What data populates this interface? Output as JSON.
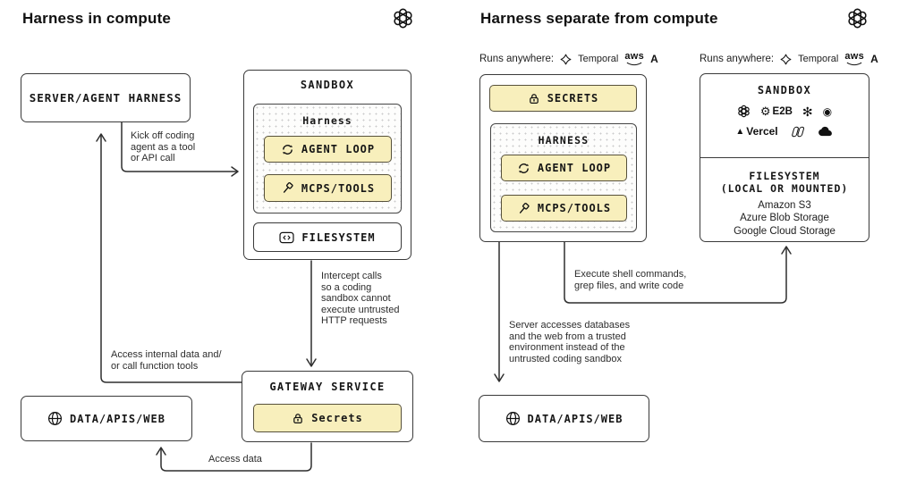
{
  "left": {
    "title": "Harness in compute",
    "server_harness": "SERVER/AGENT HARNESS",
    "sandbox_title": "SANDBOX",
    "harness": "Harness",
    "agent_loop": "AGENT LOOP",
    "mcps_tools": "MCPS/TOOLS",
    "filesystem": "FILESYSTEM",
    "gateway_title": "GATEWAY SERVICE",
    "secrets": "Secrets",
    "data_apis_web": "DATA/APIS/WEB",
    "label_kick_off": "Kick off coding\nagent as a tool\nor API call",
    "label_intercept": "Intercept calls\nso a coding\nsandbox cannot\nexecute untrusted\nHTTP requests",
    "label_access_internal": "Access internal data and/\nor call function tools",
    "label_access_data": "Access data"
  },
  "right": {
    "title": "Harness separate from compute",
    "runs_anywhere": "Runs anywhere:",
    "temporal": "Temporal",
    "aws": "aws",
    "anthropic": "A",
    "secrets": "SECRETS",
    "harness": "HARNESS",
    "agent_loop": "AGENT LOOP",
    "mcps_tools": "MCPS/TOOLS",
    "sandbox_title": "SANDBOX",
    "e2b": "E2B",
    "vercel": "Vercel",
    "filesystem_title": "FILESYSTEM\n(LOCAL OR MOUNTED)",
    "storage_list": "Amazon S3\nAzure Blob Storage\nGoogle Cloud Storage",
    "label_server_accesses": "Server accesses databases\nand the web from a trusted\nenvironment instead of the\nuntrusted coding sandbox",
    "label_execute": "Execute shell commands,\ngrep files, and write code",
    "data_apis_web": "DATA/APIS/WEB"
  },
  "colors": {
    "yellow_fill": "#f8efbc",
    "yellow_border": "#57513b",
    "line": "#2f2f2f"
  }
}
